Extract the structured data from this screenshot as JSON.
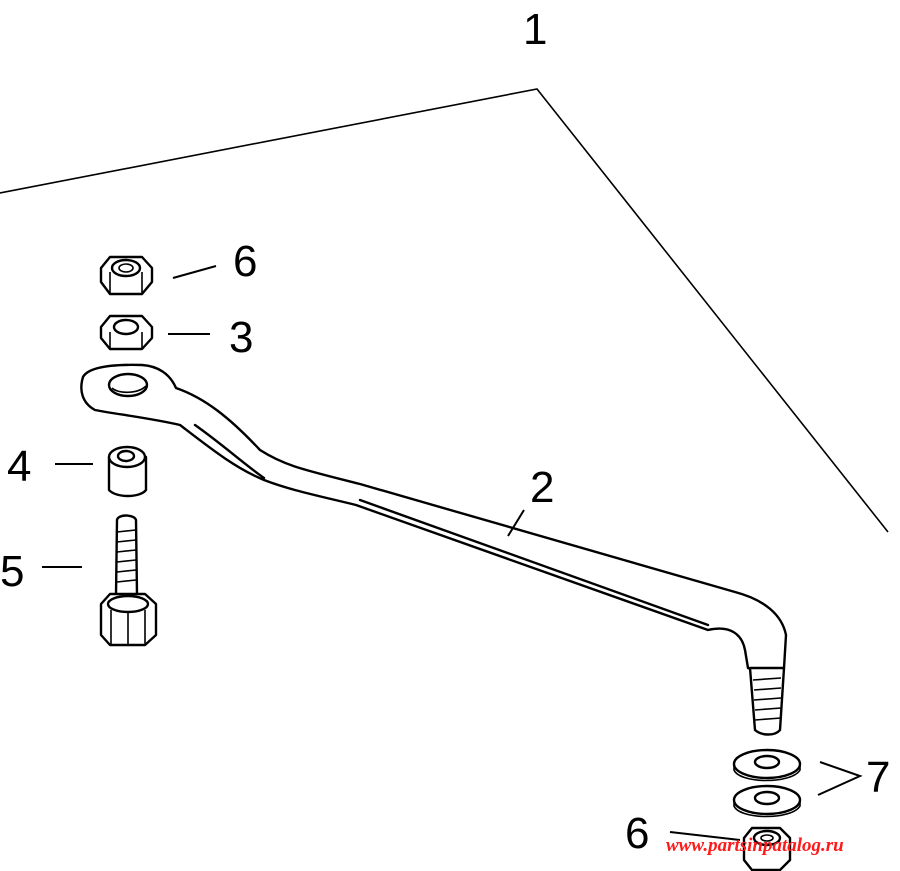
{
  "diagram": {
    "callouts": {
      "c1": "1",
      "c2": "2",
      "c3": "3",
      "c4": "4",
      "c5": "5",
      "c6_top": "6",
      "c6_bottom": "6",
      "c7": "7"
    },
    "watermark": "www.partsinpatalog.ru",
    "colors": {
      "line": "#000000",
      "background": "#ffffff",
      "watermark": "#ff1a1a"
    }
  }
}
